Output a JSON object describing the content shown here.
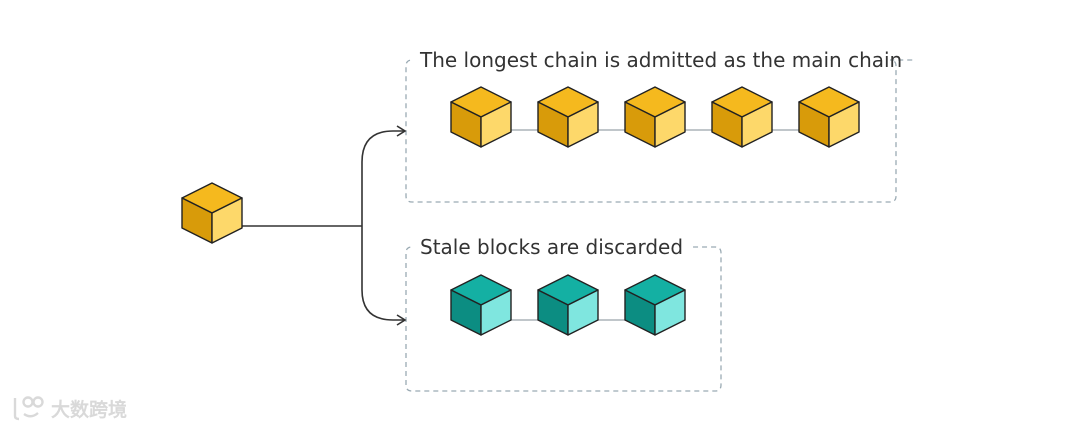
{
  "main_chain": {
    "title": "The longest chain is admitted as the main chain",
    "block_count": 5
  },
  "stale_chain": {
    "title": "Stale blocks are discarded",
    "block_count": 3
  },
  "watermark": {
    "text": "大数跨境"
  },
  "colors": {
    "main_top": "#f5b91e",
    "main_front": "#d89b0a",
    "main_side": "#fdd86a",
    "stale_top": "#14b0a3",
    "stale_front": "#0c8d82",
    "stale_side": "#7fe6df",
    "edge": "#222222",
    "connector": "#333333",
    "dashed_border": "#9aaab3",
    "watermark": "#d9d9d9"
  }
}
